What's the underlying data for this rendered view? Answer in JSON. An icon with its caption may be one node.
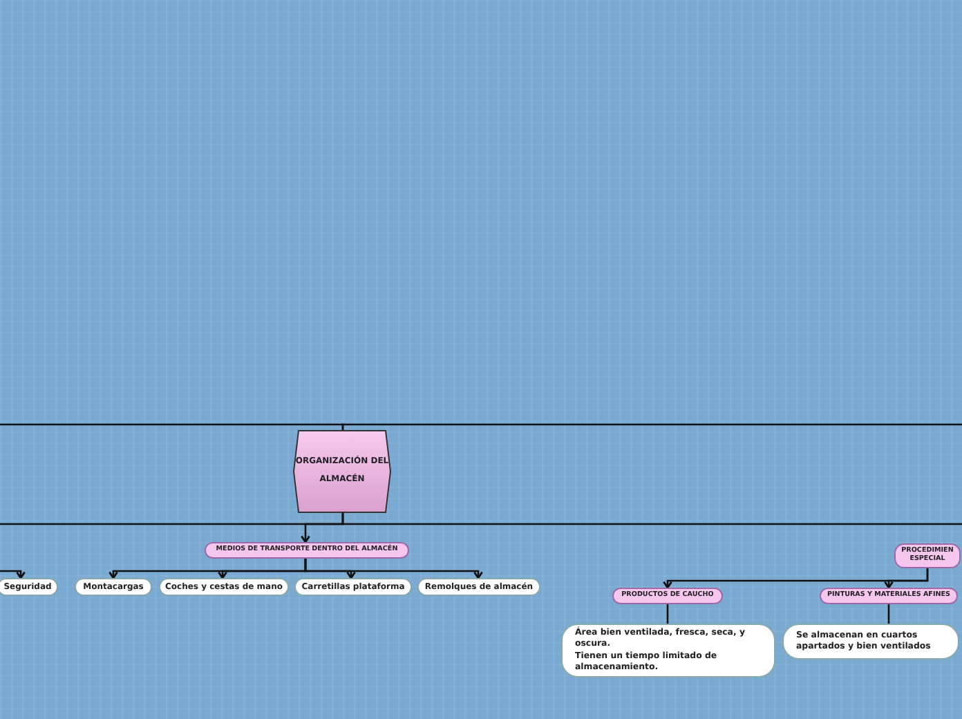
{
  "diagram": {
    "nodes": [
      {
        "text": [
          "ORGANIZACIÓN DEL ALMACÉN"
        ]
      },
      {
        "text": [
          "MEDIOS DE TRANSPORTE DENTRO DEL ALMACÉN"
        ]
      },
      {
        "text": [
          "Seguridad"
        ]
      },
      {
        "text": [
          "Montacargas"
        ]
      },
      {
        "text": [
          "Coches y cestas de mano"
        ]
      },
      {
        "text": [
          "Carretillas plataforma"
        ]
      },
      {
        "text": [
          "Remolques de almacén"
        ]
      },
      {
        "text": [
          "PROCEDIMIEN ESPECIAL"
        ]
      },
      {
        "text": [
          "PRODUCTOS DE CAUCHO"
        ]
      },
      {
        "text": [
          "PINTURAS Y MATERIALES AFINES"
        ]
      },
      {
        "text": [
          "Área bien ventilada, fresca, seca, y oscura.",
          "Tienen un tiempo limitado de almacenamiento."
        ]
      },
      {
        "text": [
          "Se almacenan en cuartos apartados y bien ventilados"
        ]
      }
    ],
    "edges": [
      {
        "from": null,
        "to": 0,
        "arrow": "none"
      },
      {
        "from": null,
        "to": 0,
        "arrow": "none"
      },
      {
        "from": 0,
        "to": null,
        "arrow": "none"
      },
      {
        "from": 0,
        "to": null,
        "arrow": "none"
      },
      {
        "from": 0,
        "to": 1,
        "arrow": "to"
      },
      {
        "from": 1,
        "to": 3,
        "arrow": "to"
      },
      {
        "from": 1,
        "to": 4,
        "arrow": "to"
      },
      {
        "from": 1,
        "to": 5,
        "arrow": "to"
      },
      {
        "from": 1,
        "to": 6,
        "arrow": "to"
      },
      {
        "from": null,
        "to": 2,
        "arrow": "to"
      },
      {
        "from": 7,
        "to": 8,
        "arrow": "to"
      },
      {
        "from": 7,
        "to": 9,
        "arrow": "to"
      },
      {
        "from": 8,
        "to": 10,
        "arrow": "none"
      },
      {
        "from": 9,
        "to": 11,
        "arrow": "none"
      }
    ]
  }
}
